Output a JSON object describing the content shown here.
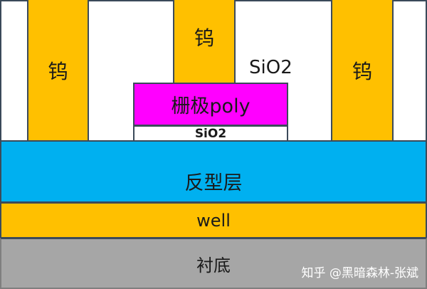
{
  "layers": {
    "oxide_label": "SiO2",
    "inversion_label": "反型层",
    "well_label": "well",
    "substrate_label": "衬底"
  },
  "gate": {
    "poly_label": "栅极poly",
    "oxide_label": "SiO2"
  },
  "plugs": {
    "left_label": "钨",
    "mid_label": "钨",
    "right_label": "钨"
  },
  "watermark": {
    "text": "知乎 @黑暗森林-张斌"
  },
  "colors": {
    "tungsten": "#ffc000",
    "poly_gate": "#ff00ff",
    "inversion_layer": "#00b0f0",
    "well": "#ffc000",
    "substrate": "#a6a6a6",
    "oxide": "#ffffff"
  }
}
